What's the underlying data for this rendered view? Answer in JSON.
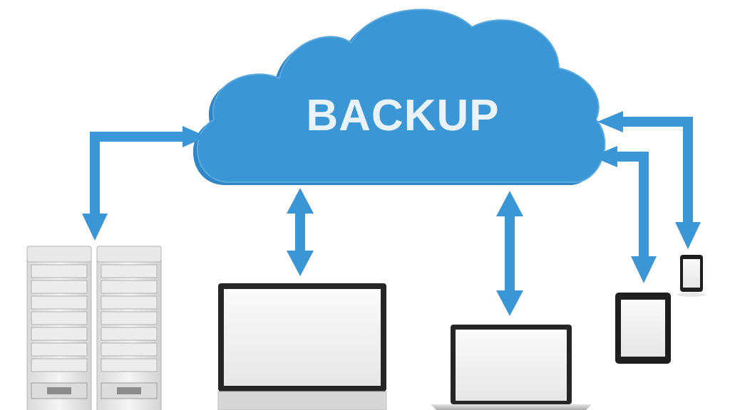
{
  "cloud": {
    "label": "BACKUP",
    "color": "#3a96d4",
    "label_color": "#e9f3fb"
  },
  "arrow_color": "#3a96d4",
  "devices": [
    {
      "name": "server-rack",
      "icon": "server-icon"
    },
    {
      "name": "desktop-monitor",
      "icon": "monitor-icon"
    },
    {
      "name": "laptop",
      "icon": "laptop-icon"
    },
    {
      "name": "tablet",
      "icon": "tablet-icon"
    },
    {
      "name": "smartphone",
      "icon": "smartphone-icon"
    }
  ]
}
